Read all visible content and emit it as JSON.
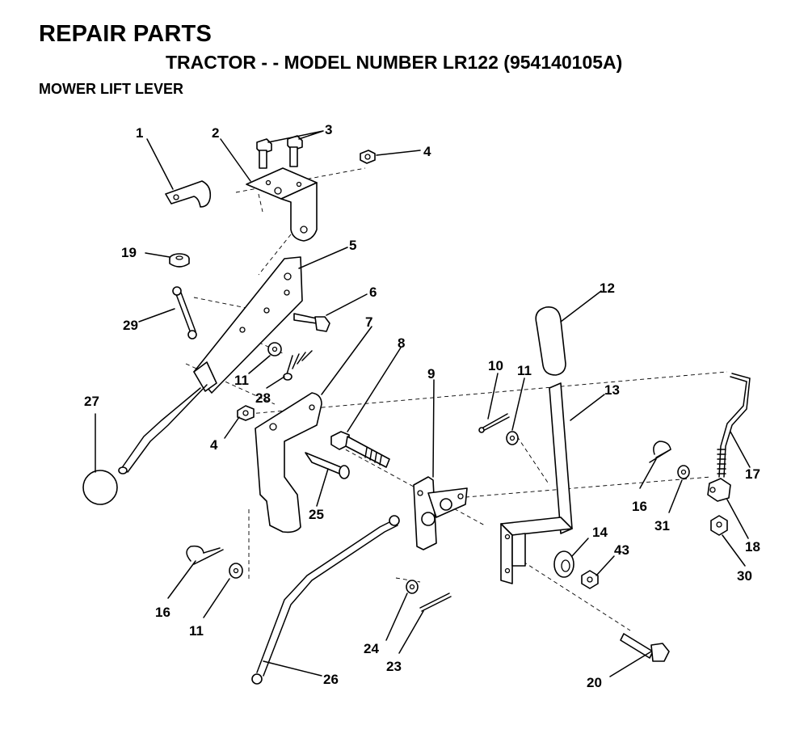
{
  "header": {
    "title": "REPAIR PARTS",
    "subtitle": "TRACTOR - - MODEL NUMBER LR122 (954140105A)",
    "section": "MOWER LIFT LEVER"
  },
  "callouts": [
    {
      "id": "c1",
      "label": "1"
    },
    {
      "id": "c2",
      "label": "2"
    },
    {
      "id": "c3",
      "label": "3"
    },
    {
      "id": "c4a",
      "label": "4"
    },
    {
      "id": "c5",
      "label": "5"
    },
    {
      "id": "c6",
      "label": "6"
    },
    {
      "id": "c7",
      "label": "7"
    },
    {
      "id": "c8",
      "label": "8"
    },
    {
      "id": "c9",
      "label": "9"
    },
    {
      "id": "c10",
      "label": "10"
    },
    {
      "id": "c11a",
      "label": "11"
    },
    {
      "id": "c11b",
      "label": "11"
    },
    {
      "id": "c11c",
      "label": "11"
    },
    {
      "id": "c12",
      "label": "12"
    },
    {
      "id": "c13",
      "label": "13"
    },
    {
      "id": "c14",
      "label": "14"
    },
    {
      "id": "c16a",
      "label": "16"
    },
    {
      "id": "c16b",
      "label": "16"
    },
    {
      "id": "c17",
      "label": "17"
    },
    {
      "id": "c18",
      "label": "18"
    },
    {
      "id": "c19",
      "label": "19"
    },
    {
      "id": "c20",
      "label": "20"
    },
    {
      "id": "c23",
      "label": "23"
    },
    {
      "id": "c24",
      "label": "24"
    },
    {
      "id": "c25",
      "label": "25"
    },
    {
      "id": "c26",
      "label": "26"
    },
    {
      "id": "c27",
      "label": "27"
    },
    {
      "id": "c28",
      "label": "28"
    },
    {
      "id": "c29",
      "label": "29"
    },
    {
      "id": "c30",
      "label": "30"
    },
    {
      "id": "c31",
      "label": "31"
    },
    {
      "id": "c43",
      "label": "43"
    },
    {
      "id": "c4b",
      "label": "4"
    }
  ]
}
